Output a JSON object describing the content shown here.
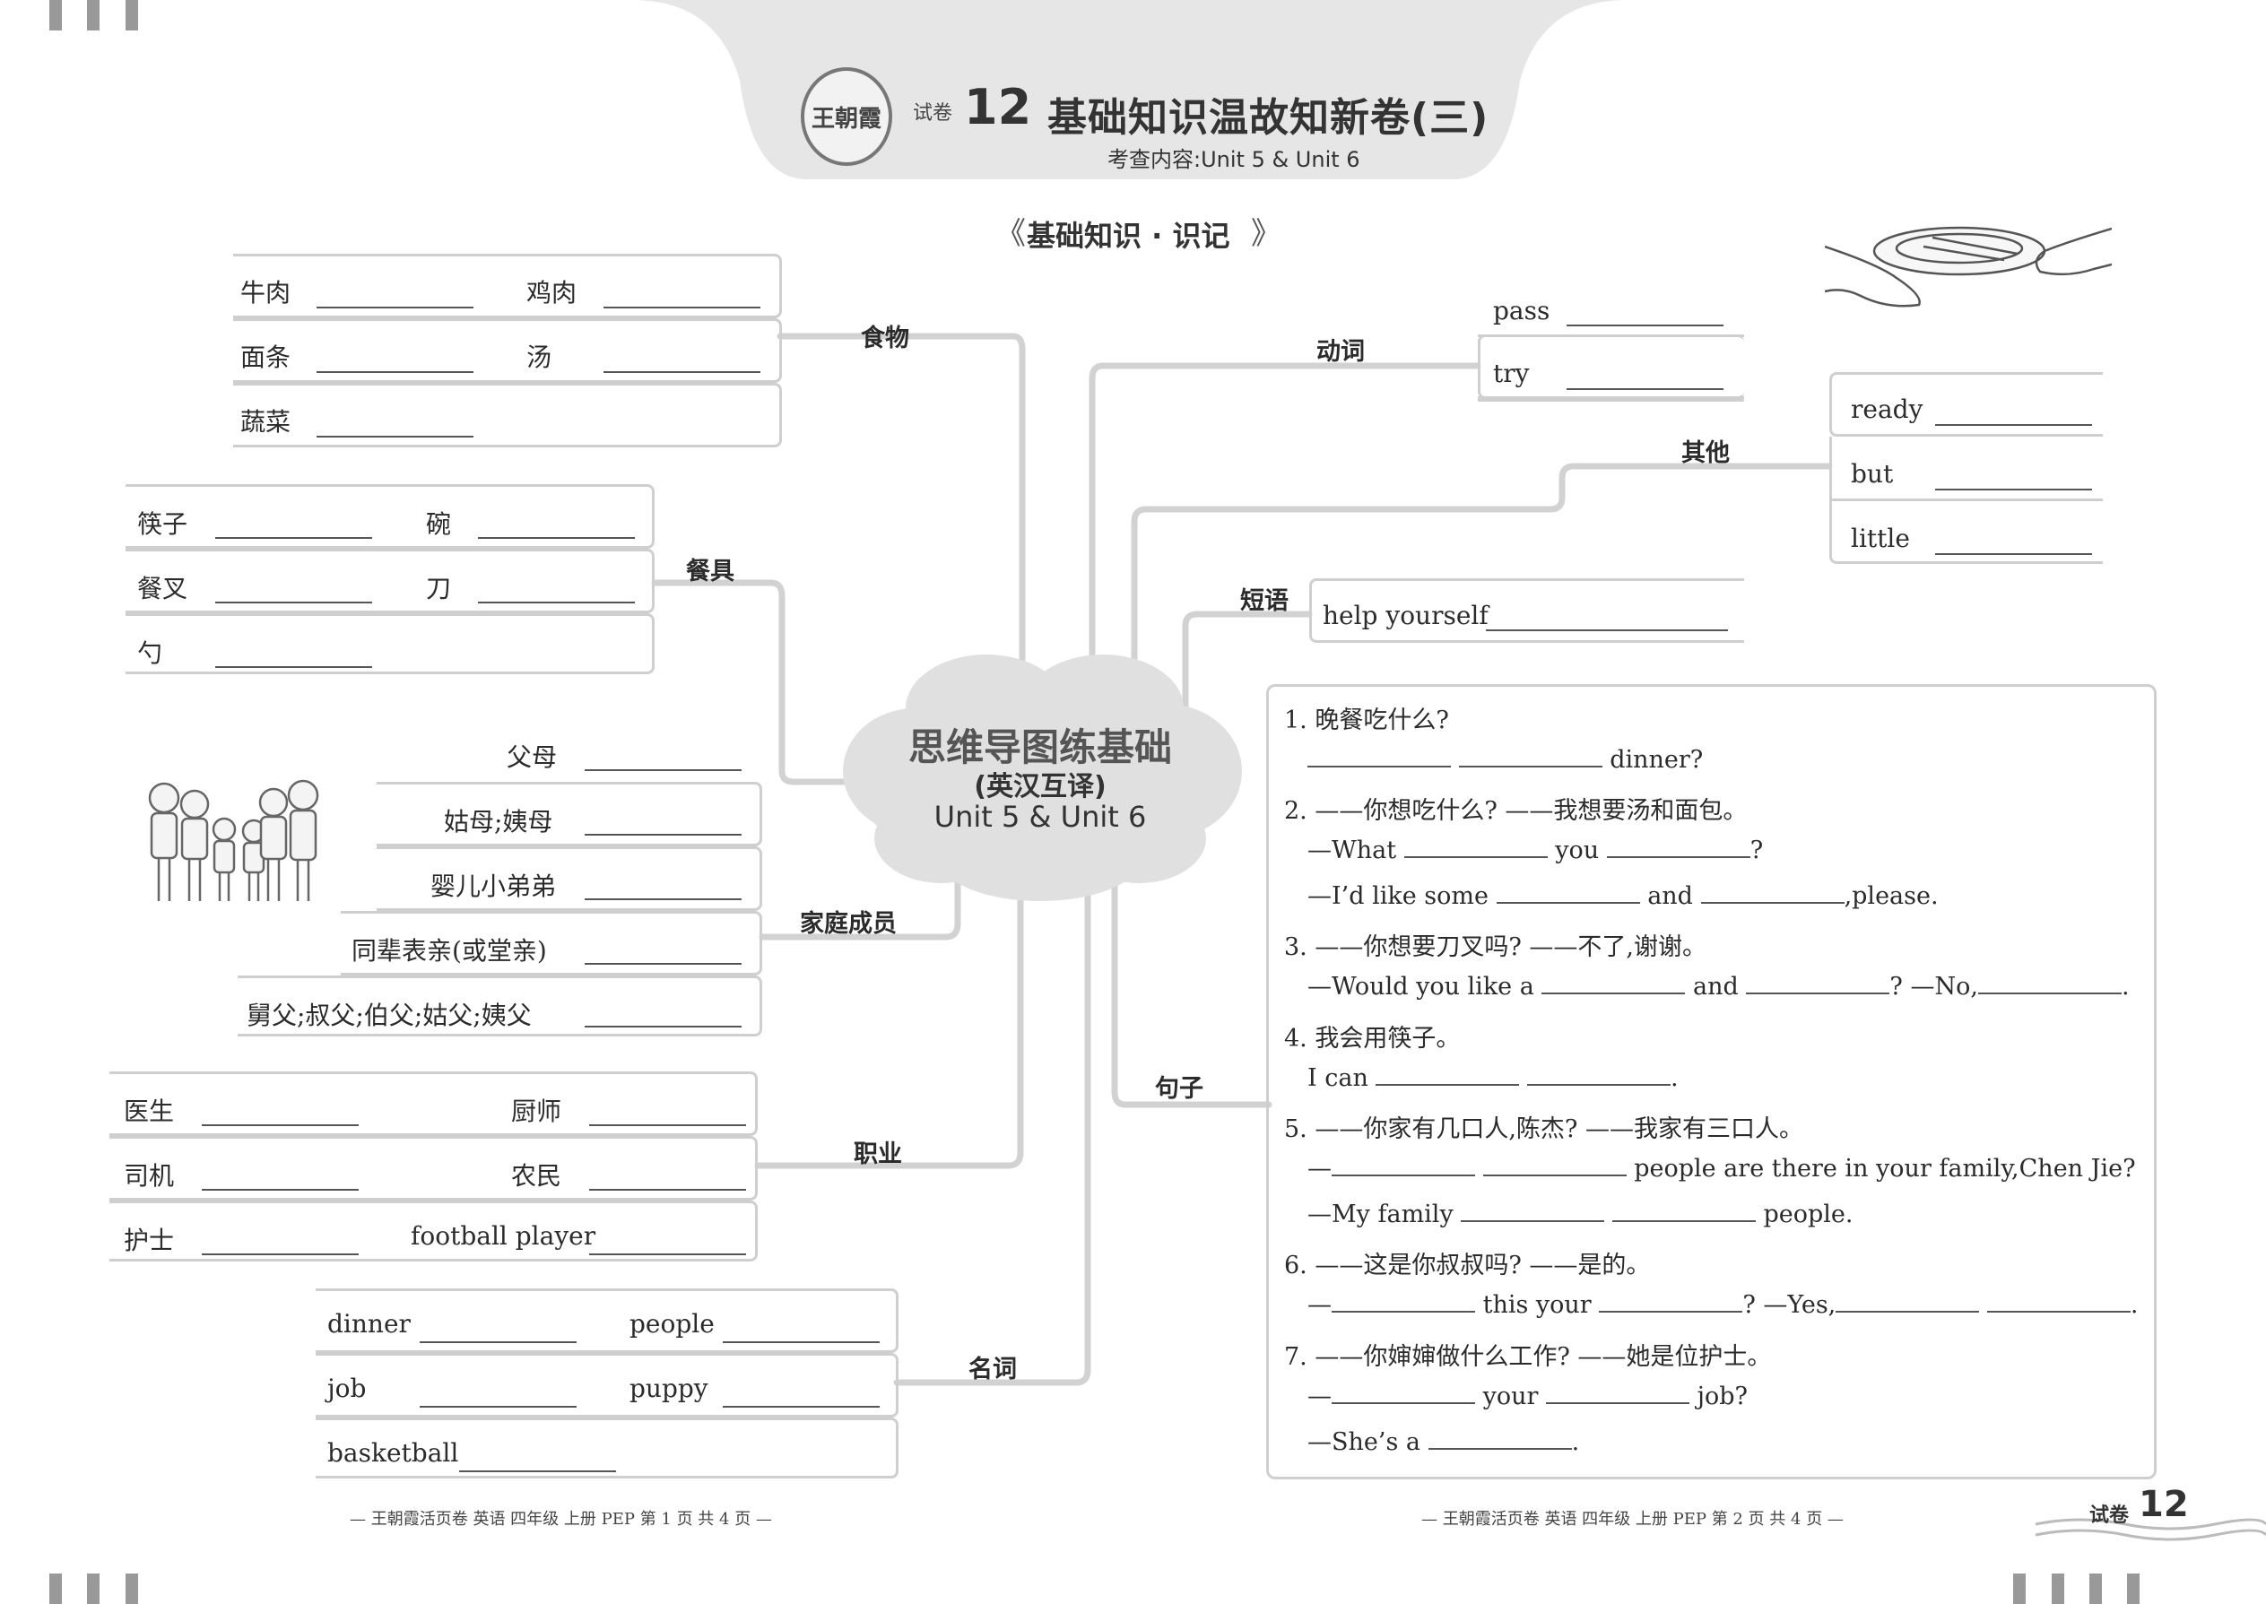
{
  "header": {
    "logo_text": "王朝霞",
    "paper_tag": "试卷",
    "paper_no": "12",
    "title": "基础知识温故知新卷(三)",
    "subtitle": "考查内容:Unit 5 & Unit 6"
  },
  "section_title": "基础知识 · 识记",
  "center": {
    "title": "思维导图练基础",
    "subtitle": "(英汉互译)",
    "units": "Unit 5 & Unit 6"
  },
  "branches": {
    "food": "食物",
    "tableware": "餐具",
    "family": "家庭成员",
    "jobs": "职业",
    "nouns": "名词",
    "verbs": "动词",
    "others": "其他",
    "phrases": "短语",
    "sentences": "句子"
  },
  "food_items": [
    "牛肉",
    "鸡肉",
    "面条",
    "汤",
    "蔬菜"
  ],
  "tableware_items": [
    "筷子",
    "碗",
    "餐叉",
    "刀",
    "勺"
  ],
  "family_items": [
    "父母",
    "姑母;姨母",
    "婴儿小弟弟",
    "同辈表亲(或堂亲)",
    "舅父;叔父;伯父;姑父;姨父"
  ],
  "job_items": [
    "医生",
    "厨师",
    "司机",
    "农民",
    "护士",
    "football player"
  ],
  "noun_items": [
    "dinner",
    "people",
    "job",
    "puppy",
    "basketball"
  ],
  "verb_items": [
    "pass",
    "try"
  ],
  "other_items": [
    "ready",
    "but",
    "little"
  ],
  "phrase_items": [
    "help yourself"
  ],
  "sentences": {
    "q1": "1. 晚餐吃什么?",
    "q1a_end": "dinner?",
    "q2": "2. ——你想吃什么? ——我想要汤和面包。",
    "q2a_1": "—What",
    "q2a_2": "you",
    "q2a_3": "?",
    "q2b_1": "—I’d like some",
    "q2b_2": "and",
    "q2b_3": ",please.",
    "q3": "3. ——你想要刀叉吗? ——不了,谢谢。",
    "q3a_1": "—Would you like a",
    "q3a_2": "and",
    "q3a_3": "? —No,",
    "q3a_4": ".",
    "q4": "4. 我会用筷子。",
    "q4a_1": "I can",
    "q4a_2": ".",
    "q5": "5. ——你家有几口人,陈杰? ——我家有三口人。",
    "q5a_1": "—",
    "q5a_2": "people are there in your family,Chen Jie?",
    "q5b_1": "—My family",
    "q5b_2": "people.",
    "q6": "6. ——这是你叔叔吗? ——是的。",
    "q6a_1": "—",
    "q6a_2": "this your",
    "q6a_3": "? —Yes,",
    "q6a_4": ".",
    "q7": "7. ——你婶婶做什么工作? ——她是位护士。",
    "q7a_1": "—",
    "q7a_2": "your",
    "q7a_3": "job?",
    "q7b_1": "—She’s a",
    "q7b_2": "."
  },
  "footer_left": "— 王朝霞活页卷 英语 四年级 上册 PEP 第 1 页 共 4 页 —",
  "footer_right": "— 王朝霞活页卷 英语 四年级 上册 PEP 第 2 页 共 4 页 —",
  "corner_tag": "试卷",
  "corner_no": "12"
}
